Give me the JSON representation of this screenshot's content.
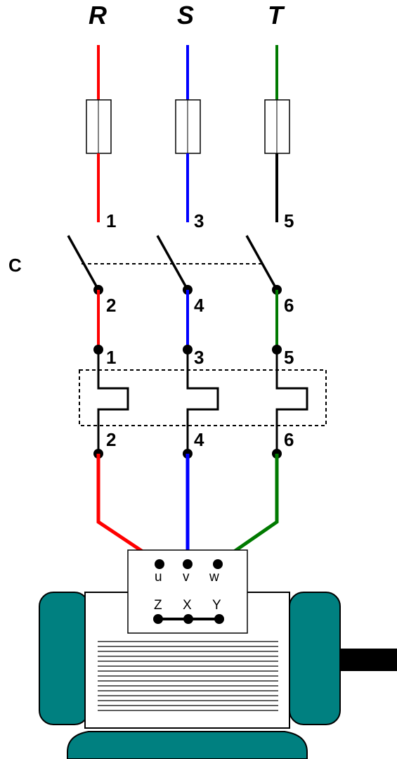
{
  "phases": [
    {
      "label": "R",
      "color": "#ff0000",
      "below_fuse_color": "#ff0000"
    },
    {
      "label": "S",
      "color": "#0000ff",
      "below_fuse_color": "#0000ff"
    },
    {
      "label": "T",
      "color": "#007a00",
      "below_fuse_color": "#000000"
    }
  ],
  "contactor": {
    "label": "C",
    "top_numbers": [
      "1",
      "3",
      "5"
    ],
    "bottom_numbers": [
      "2",
      "4",
      "6"
    ]
  },
  "overload_relay": {
    "top_numbers": [
      "1",
      "3",
      "5"
    ],
    "bottom_numbers": [
      "2",
      "4",
      "6"
    ]
  },
  "motor": {
    "terminals_top": [
      "u",
      "v",
      "w"
    ],
    "terminals_bottom": [
      "Z",
      "X",
      "Y"
    ],
    "body_color": "#008080",
    "shaft_color": "#000000"
  }
}
